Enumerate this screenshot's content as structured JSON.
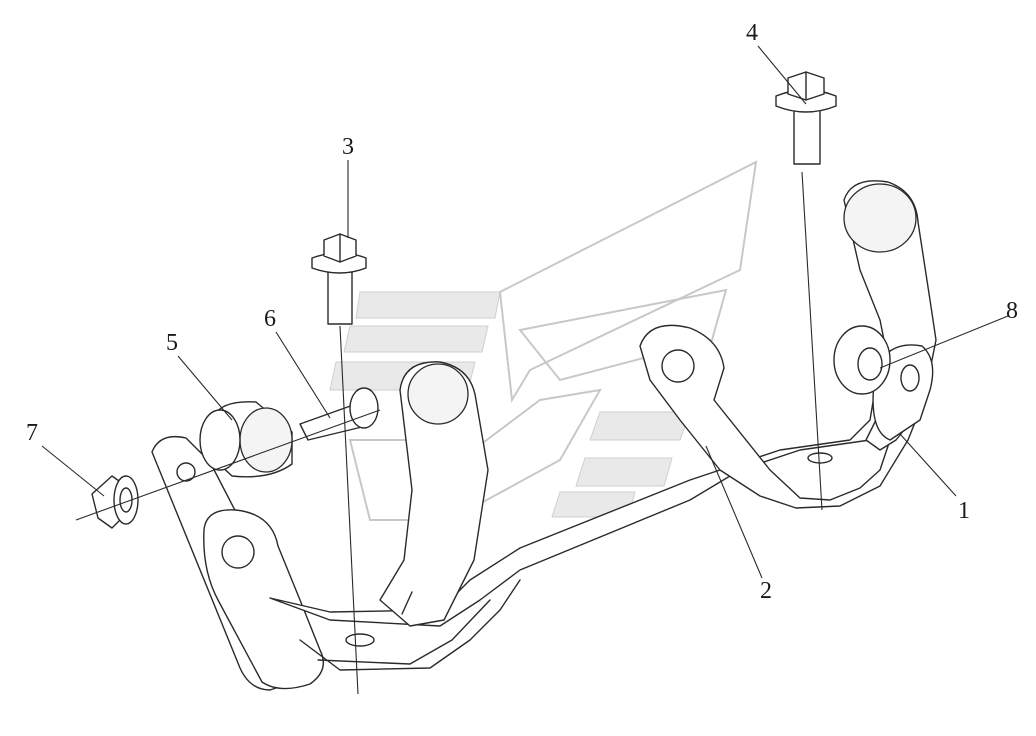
{
  "callouts": [
    {
      "id": "1",
      "label": "1"
    },
    {
      "id": "2",
      "label": "2"
    },
    {
      "id": "3",
      "label": "3"
    },
    {
      "id": "4",
      "label": "4"
    },
    {
      "id": "5",
      "label": "5"
    },
    {
      "id": "6",
      "label": "6"
    },
    {
      "id": "7",
      "label": "7"
    },
    {
      "id": "8",
      "label": "8"
    }
  ],
  "colors": {
    "line": "#2a2a2a",
    "watermark": "#c8c8c8",
    "background": "#ffffff"
  }
}
